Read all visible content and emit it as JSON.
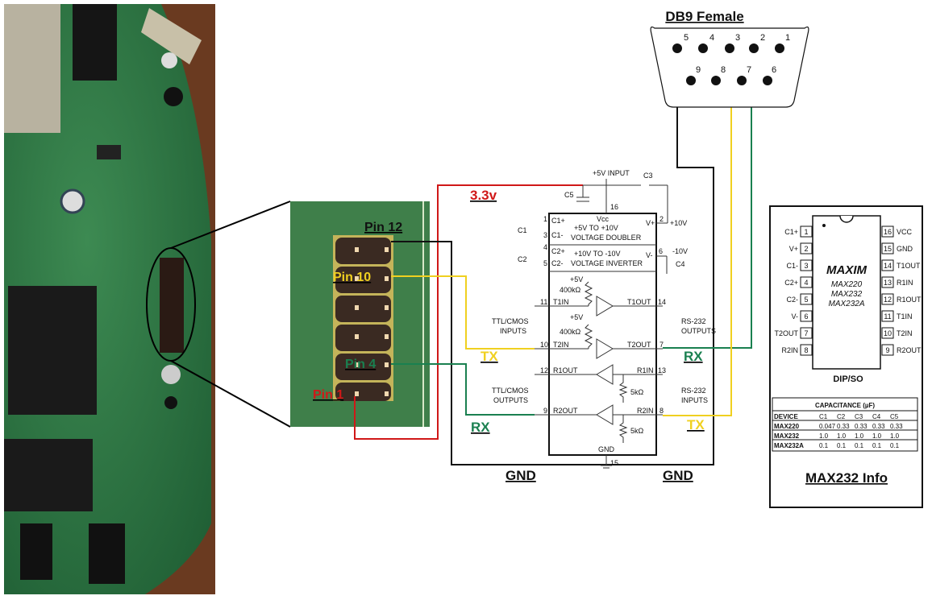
{
  "title_db9": "DB9 Female",
  "db9_pins_top": [
    "5",
    "4",
    "3",
    "2",
    "1"
  ],
  "db9_pins_bottom": [
    "9",
    "8",
    "7",
    "6"
  ],
  "header_labels": {
    "pin12": "Pin 12",
    "pin10": "Pin 10",
    "pin4": "Pin 4",
    "pin1": "Pin 1"
  },
  "wire_labels": {
    "v33": "3.3v",
    "tx_left": "TX",
    "rx_left": "RX",
    "rx_right": "RX",
    "tx_right": "TX",
    "gnd_left": "GND",
    "gnd_right": "GND"
  },
  "colors": {
    "power": "#d01818",
    "tx": "#f0d020",
    "rx": "#1a8050",
    "gnd": "#111111",
    "pcb": "#2f7a45"
  },
  "schematic": {
    "input": "+5V INPUT",
    "c5": "C5",
    "c3": "C3",
    "c1": "C1",
    "c2": "C2",
    "c4": "C4",
    "pin16": "16",
    "pin2": "2",
    "pin1": "1",
    "pin3": "3",
    "pin4": "4",
    "pin5": "5",
    "pin6": "6",
    "plus10": "+10V",
    "minus10": "-10V",
    "vcc": "Vcc",
    "doubler1": "+5V TO +10V",
    "doubler2": "VOLTAGE DOUBLER",
    "inv1": "+10V TO -10V",
    "inv2": "VOLTAGE INVERTER",
    "c1p": "C1+",
    "c1m": "C1-",
    "c2p": "C2+",
    "c2m": "C2-",
    "vp": "V+",
    "vm": "V-",
    "p5v": "+5V",
    "r400": "400kΩ",
    "r5k": "5kΩ",
    "t1in": "T1IN",
    "t2in": "T2IN",
    "t1out": "T1OUT",
    "t2out": "T2OUT",
    "r1out": "R1OUT",
    "r2out": "R2OUT",
    "r1in": "R1IN",
    "r2in": "R2IN",
    "p11": "11",
    "p10": "10",
    "p12": "12",
    "p9": "9",
    "p14": "14",
    "p7": "7",
    "p13": "13",
    "p8": "8",
    "p15": "15",
    "ttl_in1": "TTL/CMOS",
    "ttl_in2": "INPUTS",
    "ttl_out1": "TTL/CMOS",
    "ttl_out2": "OUTPUTS",
    "rs_out1": "RS-232",
    "rs_out2": "OUTPUTS",
    "rs_in1": "RS-232",
    "rs_in2": "INPUTS",
    "gnd": "GND"
  },
  "info": {
    "title": "MAX232 Info",
    "logo": "MAXIM",
    "parts": [
      "MAX220",
      "MAX232",
      "MAX232A"
    ],
    "package": "DIP/SO",
    "left_pins": [
      [
        "C1+",
        "1"
      ],
      [
        "V+",
        "2"
      ],
      [
        "C1-",
        "3"
      ],
      [
        "C2+",
        "4"
      ],
      [
        "C2-",
        "5"
      ],
      [
        "V-",
        "6"
      ],
      [
        "T2OUT",
        "7"
      ],
      [
        "R2IN",
        "8"
      ]
    ],
    "right_pins": [
      [
        "16",
        "VCC"
      ],
      [
        "15",
        "GND"
      ],
      [
        "14",
        "T1OUT"
      ],
      [
        "13",
        "R1IN"
      ],
      [
        "12",
        "R1OUT"
      ],
      [
        "11",
        "T1IN"
      ],
      [
        "10",
        "T2IN"
      ],
      [
        "9",
        "R2OUT"
      ]
    ],
    "table_title": "CAPACITANCE (µF)",
    "table_header": [
      "DEVICE",
      "C1",
      "C2",
      "C3",
      "C4",
      "C5"
    ],
    "table_rows": [
      [
        "MAX220",
        "0.047",
        "0.33",
        "0.33",
        "0.33",
        "0.33"
      ],
      [
        "MAX232",
        "1.0",
        "1.0",
        "1.0",
        "1.0",
        "1.0"
      ],
      [
        "MAX232A",
        "0.1",
        "0.1",
        "0.1",
        "0.1",
        "0.1"
      ]
    ]
  }
}
